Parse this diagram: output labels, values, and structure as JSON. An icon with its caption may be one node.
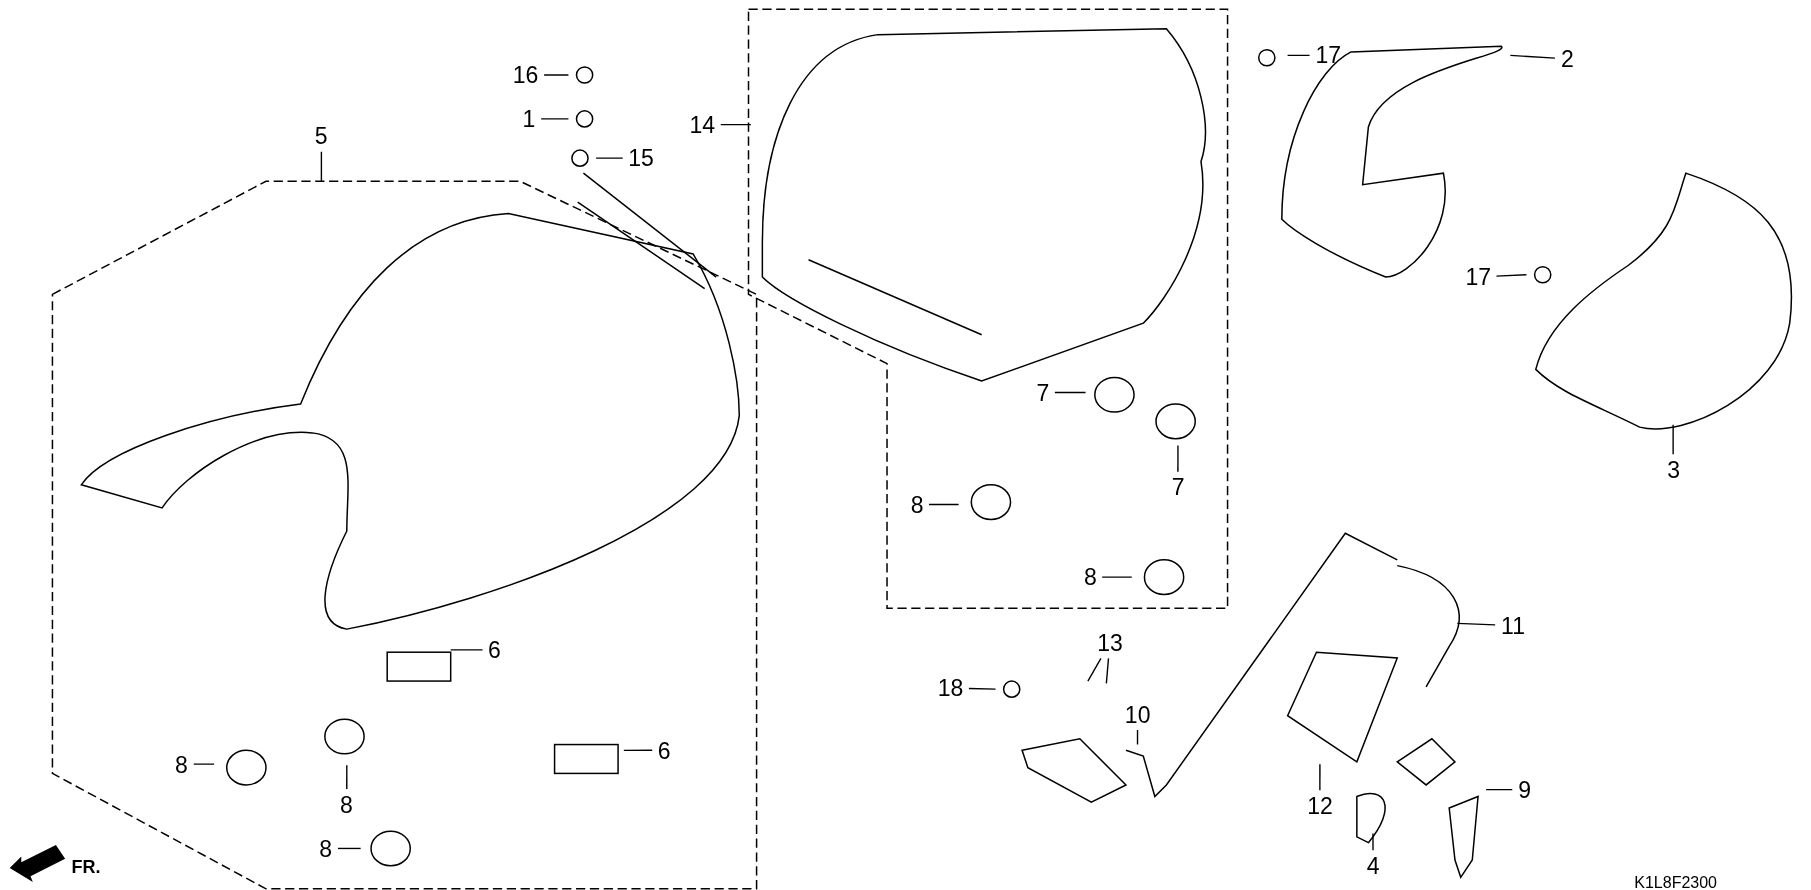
{
  "diagram": {
    "nodes": [
      {
        "text": [
          "16"
        ]
      },
      {
        "text": [
          "1"
        ]
      },
      {
        "text": [
          "15"
        ]
      },
      {
        "text": [
          "5"
        ]
      },
      {
        "text": [
          "14"
        ]
      },
      {
        "text": [
          "17"
        ]
      },
      {
        "text": [
          "2"
        ]
      },
      {
        "text": [
          "17"
        ]
      },
      {
        "text": [
          "3"
        ]
      },
      {
        "text": [
          "7"
        ]
      },
      {
        "text": [
          "7"
        ]
      },
      {
        "text": [
          "8"
        ]
      },
      {
        "text": [
          "8"
        ]
      },
      {
        "text": [
          "11"
        ]
      },
      {
        "text": [
          "13"
        ]
      },
      {
        "text": [
          "10"
        ]
      },
      {
        "text": [
          "18"
        ]
      },
      {
        "text": [
          "6"
        ]
      },
      {
        "text": [
          "6"
        ]
      },
      {
        "text": [
          "8"
        ]
      },
      {
        "text": [
          "8"
        ]
      },
      {
        "text": [
          "8"
        ]
      },
      {
        "text": [
          "12"
        ]
      },
      {
        "text": [
          "9"
        ]
      },
      {
        "text": [
          "4"
        ]
      }
    ],
    "edges": [
      {
        "from": 0,
        "to": null,
        "arrow": "none"
      },
      {
        "from": 1,
        "to": null,
        "arrow": "none"
      },
      {
        "from": 2,
        "to": null,
        "arrow": "none"
      },
      {
        "from": 3,
        "to": null,
        "arrow": "none"
      },
      {
        "from": 4,
        "to": null,
        "arrow": "none"
      },
      {
        "from": 5,
        "to": null,
        "arrow": "none"
      },
      {
        "from": 6,
        "to": null,
        "arrow": "none"
      },
      {
        "from": 7,
        "to": null,
        "arrow": "none"
      },
      {
        "from": 8,
        "to": null,
        "arrow": "none"
      },
      {
        "from": 9,
        "to": null,
        "arrow": "none"
      },
      {
        "from": 10,
        "to": null,
        "arrow": "none"
      },
      {
        "from": 11,
        "to": null,
        "arrow": "none"
      },
      {
        "from": 12,
        "to": null,
        "arrow": "none"
      },
      {
        "from": 13,
        "to": null,
        "arrow": "none"
      },
      {
        "from": 14,
        "to": null,
        "arrow": "none"
      },
      {
        "from": 14,
        "to": null,
        "arrow": "none"
      },
      {
        "from": 15,
        "to": null,
        "arrow": "none"
      },
      {
        "from": 16,
        "to": null,
        "arrow": "none"
      },
      {
        "from": 17,
        "to": null,
        "arrow": "none"
      },
      {
        "from": 18,
        "to": null,
        "arrow": "none"
      },
      {
        "from": 19,
        "to": null,
        "arrow": "none"
      },
      {
        "from": 20,
        "to": null,
        "arrow": "none"
      },
      {
        "from": 21,
        "to": null,
        "arrow": "none"
      },
      {
        "from": 22,
        "to": null,
        "arrow": "none"
      },
      {
        "from": 23,
        "to": null,
        "arrow": "none"
      },
      {
        "from": 24,
        "to": null,
        "arrow": "none"
      }
    ],
    "labels": [
      "FR.",
      "K1L8F2300"
    ]
  }
}
